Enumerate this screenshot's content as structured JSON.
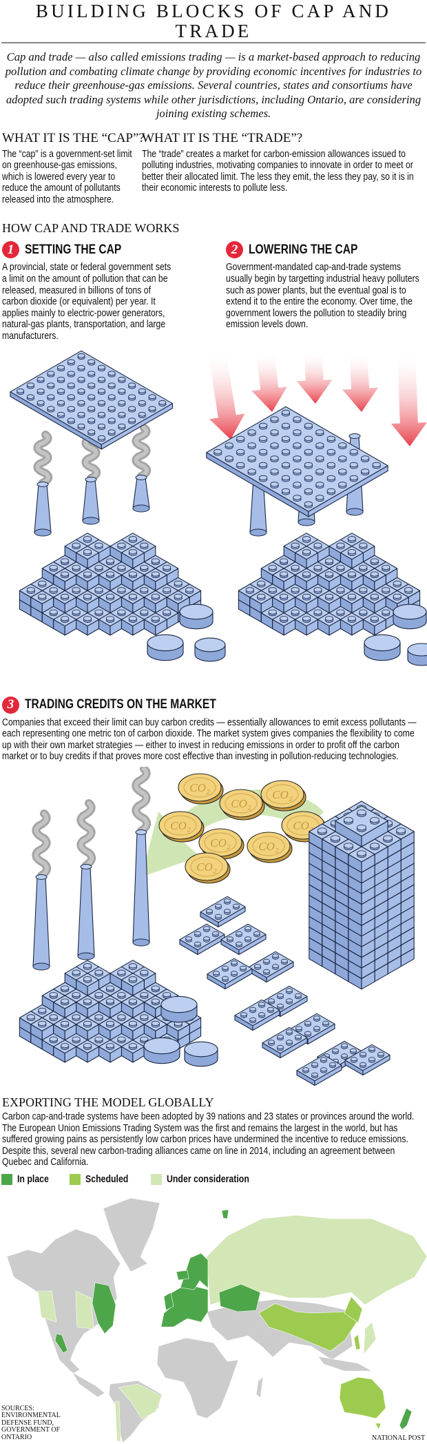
{
  "title": "BUILDING BLOCKS OF CAP AND TRADE",
  "intro": "Cap and trade — also called emissions trading — is a market-based approach to reducing pollution and combating climate change by providing economic incentives for industries to reduce their greenhouse-gas emissions. Several countries, states and consortiums have adopted such trading systems while other jurisdictions, including Ontario, are considering joining existing schemes.",
  "cap": {
    "heading": "WHAT IT IS THE “CAP”?",
    "body": "The “cap” is a government-set limit on greenhouse-gas emissions, which is lowered every year to reduce the amount of pollutants released into the atmosphere."
  },
  "trade": {
    "heading": "WHAT IT IS THE “TRADE”?",
    "body": "The “trade” creates a market for carbon-emission allowances issued to polluting industries, motivating companies to innovate in order to meet or better their allocated limit. The less they emit, the less they pay, so it is in their economic interests to pollute less."
  },
  "how_heading": "HOW CAP AND TRADE WORKS",
  "steps": [
    {
      "num": "1",
      "heading": "SETTING THE CAP",
      "body": "A provincial, state or federal government sets a limit on the amount of pollution that can be released, measured in billions of tons of carbon dioxide (or equivalent) per year. It applies mainly to electric-power generators, natural-gas plants, transportation, and large manufacturers."
    },
    {
      "num": "2",
      "heading": "LOWERING THE CAP",
      "body": "Government-mandated cap-and-trade systems usually begin by targetting industrial heavy polluters such as power plants, but the eventual goal is to extend it to the entire the economy. Over time, the government lowers the pollution to steadily bring emission levels down."
    },
    {
      "num": "3",
      "heading": "TRADING CREDITS ON THE MARKET",
      "body": "Companies that exceed their limit can buy carbon credits — essentially allowances to emit excess pollutants — each representing one metric ton of carbon dioxide. The market system gives companies the flexibility to come up with their own market strategies — either to invest in reducing emissions in order to profit off the carbon market or to buy credits if that proves more cost effective than investing in pollution-reducing technologies."
    }
  ],
  "coin_label": "CO₂",
  "export": {
    "heading": "EXPORTING THE MODEL GLOBALLY",
    "body": "Carbon cap-and-trade systems have been adopted by 39 nations and 23 states or provinces around the world. The European Union Emissions Trading System was the first and remains the largest in the world, but has suffered growing pains as persistently low carbon prices have undermined the incentive to reduce emissions. Despite this, several new carbon-trading alliances came on line in 2014, including an agreement between Quebec and California."
  },
  "legend": [
    {
      "label": "In place",
      "color": "#4ea64a"
    },
    {
      "label": "Scheduled",
      "color": "#9ccb50"
    },
    {
      "label": "Under consideration",
      "color": "#d3e6b5"
    }
  ],
  "colors": {
    "land": "#cccccc",
    "brick_top": "#bccff0",
    "brick_left": "#8ea8da",
    "brick_right": "#a6bde8",
    "outline": "#1b2742",
    "accent_red": "#e3273a",
    "coin": "#f2d27c",
    "trade_arrow": "#cfe5b4"
  },
  "sources": "SOURCES: ENVIRONMENTAL DEFENSE FUND, GOVERNMENT OF ONTARIO",
  "credit": "NATIONAL POST"
}
